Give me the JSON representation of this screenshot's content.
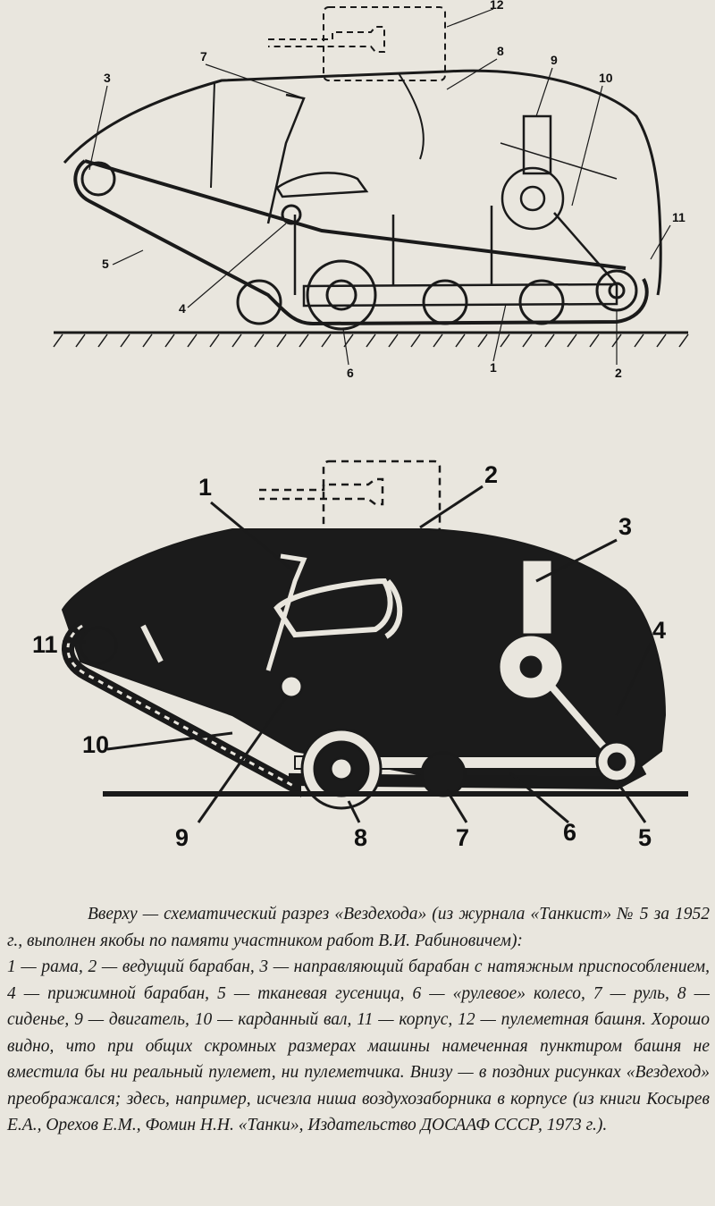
{
  "caption": {
    "intro": "Вверху — схематический разрез «Вездехода» (из журнала «Танкист» № 5 за 1952 г., выполнен якобы по памяти участником работ В.И. Рабиновичем):",
    "legend": "1 — рама, 2 — ведущий барабан, 3 — направляющий барабан с натяжным приспособлением, 4 — прижимной барабан, 5 — тканевая гусеница, 6 — «рулевое» колесо, 7 — руль, 8 — сиденье, 9 — двигатель, 10 — карданный вал, 11 — корпус, 12 — пулеметная башня. Хорошо видно, что при общих скромных размерах машины намеченная пунктиром башня не вместила бы ни реальный пулемет, ни пулеметчика. Внизу — в поздних рисунках «Вездеход» преображался; здесь, например, исчезла ниша воздухозаборника в корпусе (из книги Косырев Е.А., Орехов Е.М., Фомин Н.Н. «Танки», Издательство ДОСААФ СССР, 1973 г.)."
  },
  "top_figure": {
    "labels": [
      "1",
      "2",
      "3",
      "4",
      "5",
      "6",
      "7",
      "8",
      "9",
      "10",
      "11",
      "12"
    ]
  },
  "bottom_figure": {
    "labels": [
      "1",
      "2",
      "3",
      "4",
      "5",
      "6",
      "7",
      "8",
      "9",
      "10",
      "11"
    ]
  },
  "colors": {
    "paper": "#e9e6de",
    "ink": "#1a1a1a",
    "hull_fill": "#1b1b1b"
  }
}
